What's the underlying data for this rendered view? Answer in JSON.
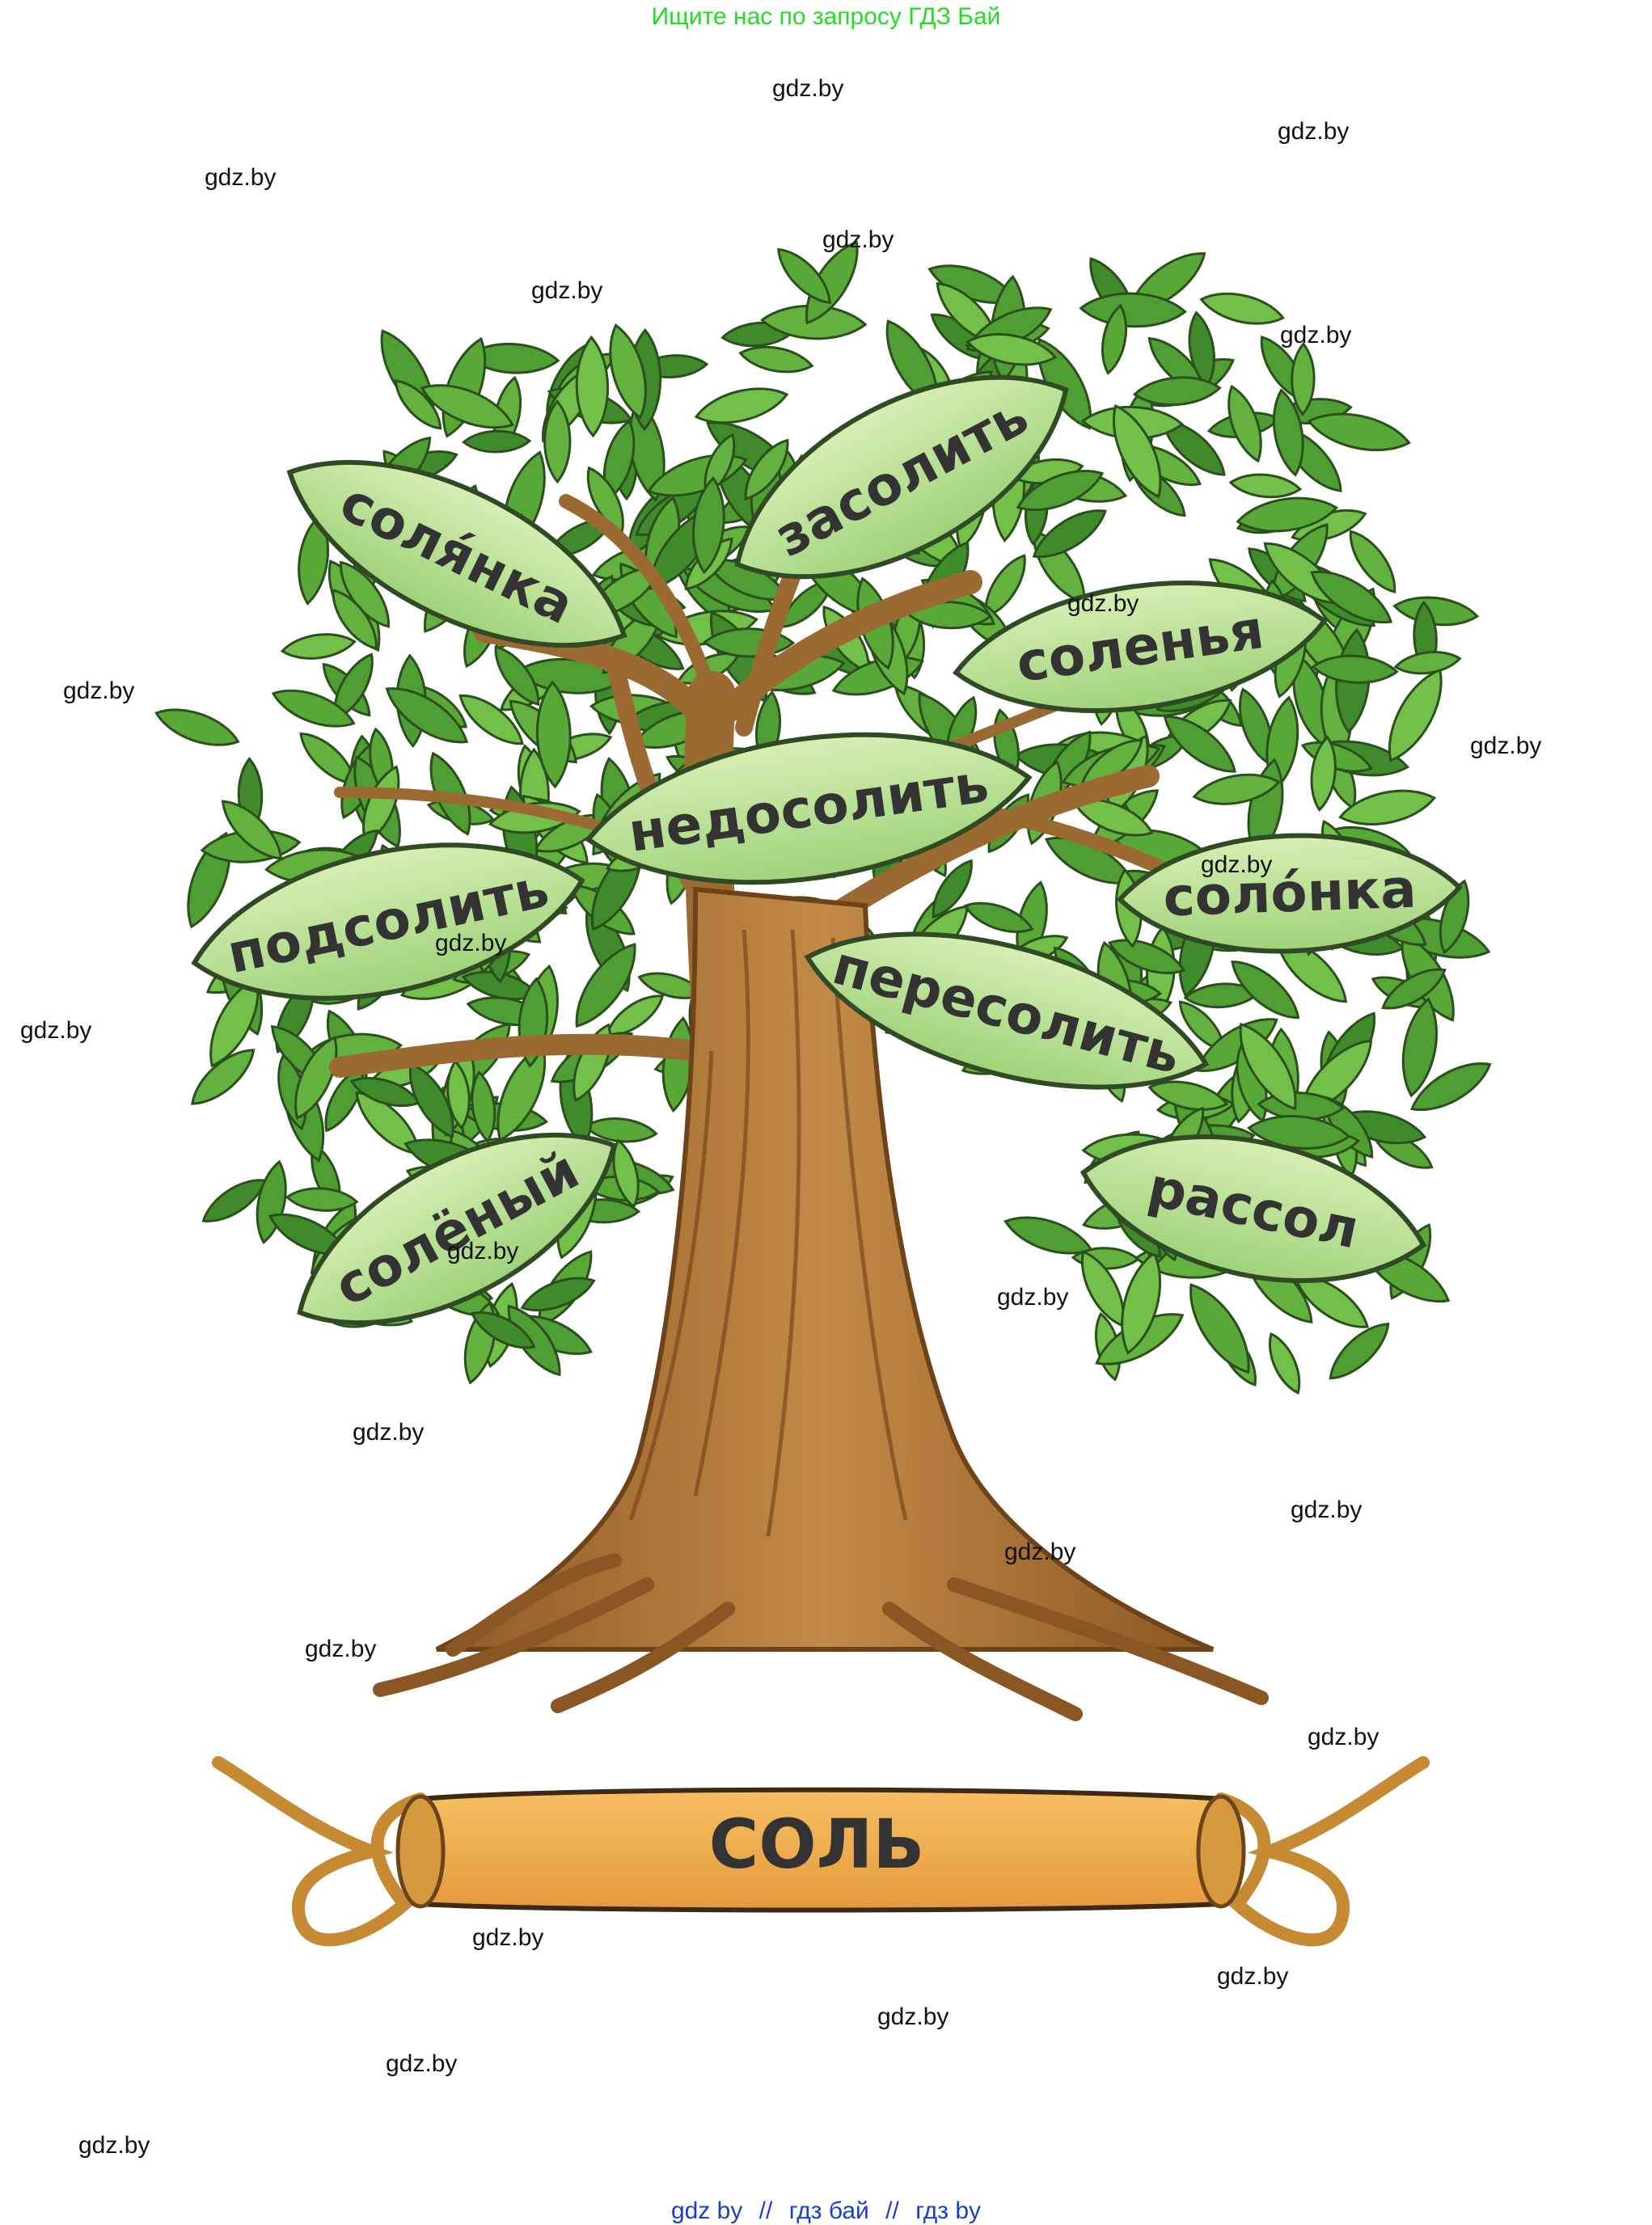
{
  "top_banner": "Ищите нас по запросу ГДЗ Бай",
  "root_word": "СОЛЬ",
  "leaves": [
    {
      "word": "соля́нка"
    },
    {
      "word": "засолить"
    },
    {
      "word": "соленья"
    },
    {
      "word": "недосолить"
    },
    {
      "word": "подсолить"
    },
    {
      "word": "соло́нка"
    },
    {
      "word": "пересолить"
    },
    {
      "word": "солёный"
    },
    {
      "word": "рассол"
    }
  ],
  "watermark": "gdz.by",
  "bottom_links": [
    "gdz by",
    "//",
    "гдз бай",
    "//",
    "гдз by"
  ],
  "colors": {
    "leaf_fill": "#b9e08f",
    "leaf_edge": "#2f4a24",
    "foliage": "#56a836",
    "trunk": "#b07a3a",
    "ribbon": "#f1a94a",
    "banner_text": "#22dd22",
    "links_text": "#1a3fd0"
  }
}
